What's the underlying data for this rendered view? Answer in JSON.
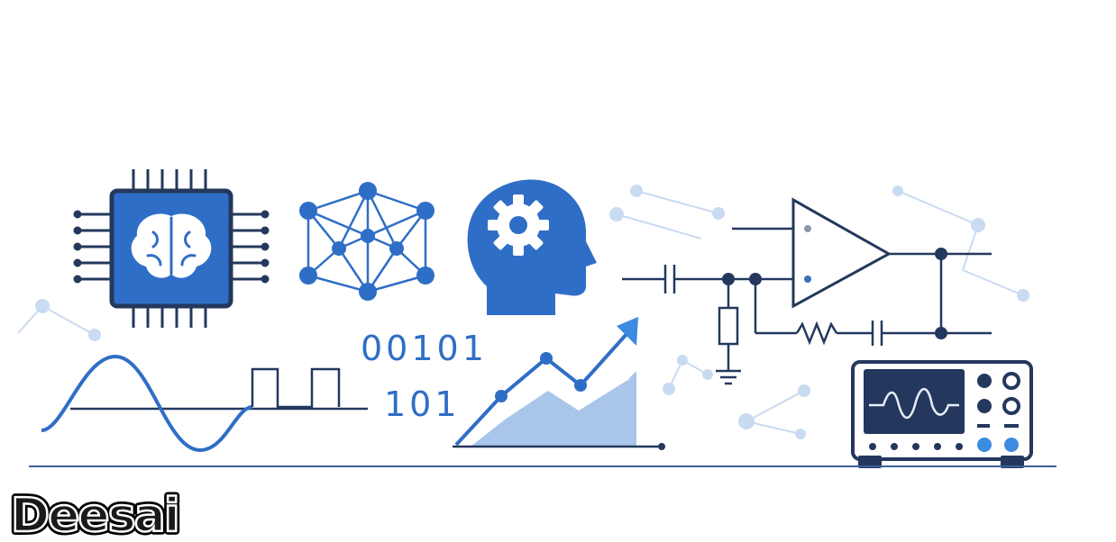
{
  "binary": {
    "line1": "00101",
    "line2": "101"
  },
  "brand": {
    "logo_text": "Deesai"
  },
  "colors": {
    "dark_navy": "#24385e",
    "mid_blue": "#2f6ec6",
    "bright_blue": "#3b8be0",
    "light_blue": "#a9c6ea",
    "pale_blue": "#c7dcf3",
    "baseline": "#3c5f9a"
  },
  "icons": [
    "ai-chip-brain-icon",
    "neural-network-icon",
    "head-gear-icon",
    "growth-chart-icon",
    "sine-wave-icon",
    "square-wave-icon",
    "op-amp-circuit-icon",
    "oscilloscope-icon"
  ]
}
